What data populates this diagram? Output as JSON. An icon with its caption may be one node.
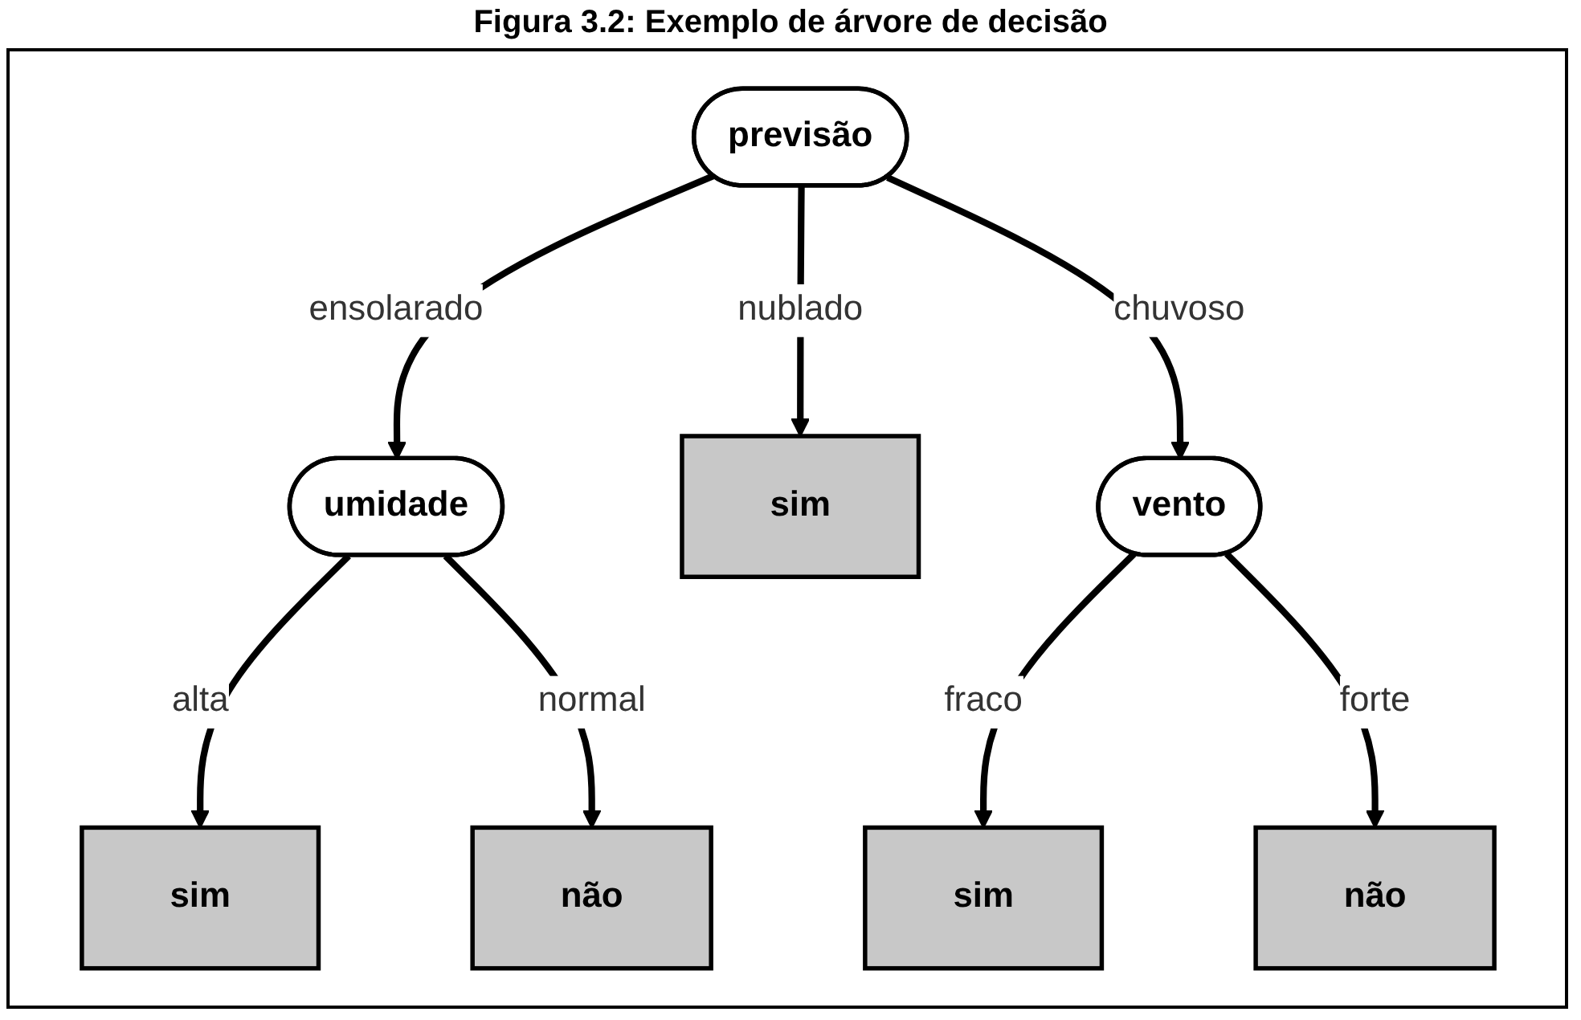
{
  "diagram": {
    "title": "Figura 3.2: Exemplo de árvore de decisão",
    "nodes": [
      {
        "text": [
          "previsão"
        ]
      },
      {
        "text": [
          "umidade"
        ]
      },
      {
        "text": [
          "sim"
        ]
      },
      {
        "text": [
          "vento"
        ]
      },
      {
        "text": [
          "sim"
        ]
      },
      {
        "text": [
          "não"
        ]
      },
      {
        "text": [
          "sim"
        ]
      },
      {
        "text": [
          "não"
        ]
      }
    ],
    "edges": [
      {
        "from": 0,
        "to": 1,
        "arrow": "to",
        "label": "ensolarado"
      },
      {
        "from": 0,
        "to": 2,
        "arrow": "to",
        "label": "nublado"
      },
      {
        "from": 0,
        "to": 3,
        "arrow": "to",
        "label": "chuvoso"
      },
      {
        "from": 1,
        "to": 4,
        "arrow": "to",
        "label": "alta"
      },
      {
        "from": 1,
        "to": 5,
        "arrow": "to",
        "label": "normal"
      },
      {
        "from": 3,
        "to": 6,
        "arrow": "to",
        "label": "fraco"
      },
      {
        "from": 3,
        "to": 7,
        "arrow": "to",
        "label": "forte"
      }
    ]
  }
}
